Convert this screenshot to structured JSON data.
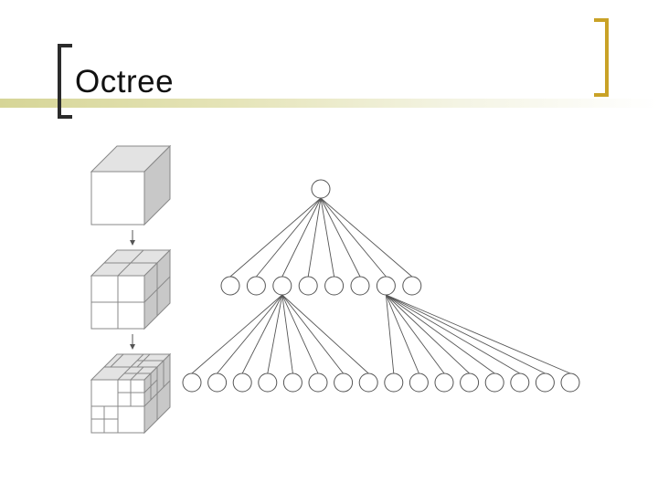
{
  "slide": {
    "title": "Octree",
    "accent_color": "#c9a227",
    "title_bar_color": "#d6d597"
  },
  "diagram": {
    "cube_stages": [
      "undivided-cube",
      "cube-divided-once",
      "cube-divided-twice"
    ],
    "tree": {
      "root_count": 1,
      "level1_count": 8,
      "level2_count": 16,
      "level1_children_parents": [
        3,
        7
      ]
    }
  }
}
